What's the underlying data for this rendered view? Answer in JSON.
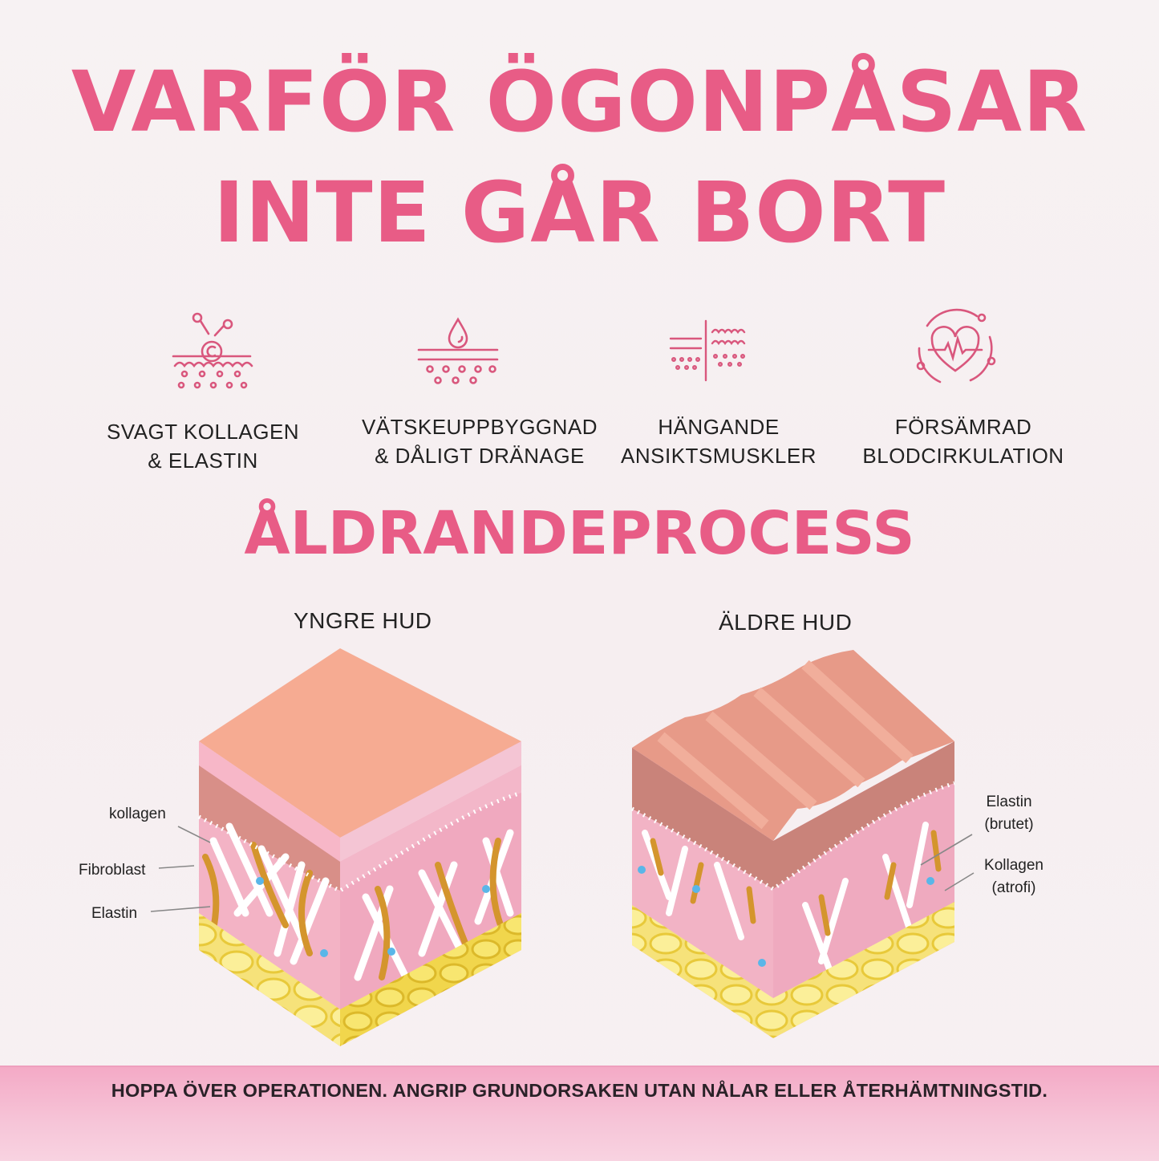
{
  "title": {
    "line1": "VARFÖR ÖGONPÅSAR",
    "line2": "INTE GÅR BORT"
  },
  "causes": [
    {
      "icon": "collagen-molecule-icon",
      "line1": "SVAGT KOLLAGEN",
      "line2": "& ELASTIN"
    },
    {
      "icon": "fluid-drop-icon",
      "line1": "VÄTSKEUPPBYGGNAD",
      "line2": "& DÅLIGT DRÄNAGE"
    },
    {
      "icon": "sagging-skin-icon",
      "line1": "HÄNGANDE",
      "line2": "ANSIKTSMUSKLER"
    },
    {
      "icon": "heart-pulse-icon",
      "line1": "FÖRSÄMRAD",
      "line2": "BLODCIRKULATION"
    }
  ],
  "section_title": "ÅLDRANDEPROCESS",
  "younger": {
    "title": "YNGRE HUD",
    "labels": [
      "kollagen",
      "Fibroblast",
      "Elastin"
    ]
  },
  "older": {
    "title": "ÄLDRE HUD",
    "labels": [
      {
        "line1": "Elastin",
        "line2": "(brutet)"
      },
      {
        "line1": "Kollagen",
        "line2": "(atrofi)"
      }
    ]
  },
  "footer": "HOPPA ÖVER OPERATIONEN. ANGRIP GRUNDORSAKEN UTAN NÅLAR ELLER ÅTERHÄMTNINGSTID.",
  "colors": {
    "accent": "#e85c86",
    "icon_line": "#d9577d",
    "skin_top": "#f5a98e",
    "fat": "#f3dc55",
    "dermis": "#f2b8c9",
    "footer_band": "#f4aac6"
  }
}
